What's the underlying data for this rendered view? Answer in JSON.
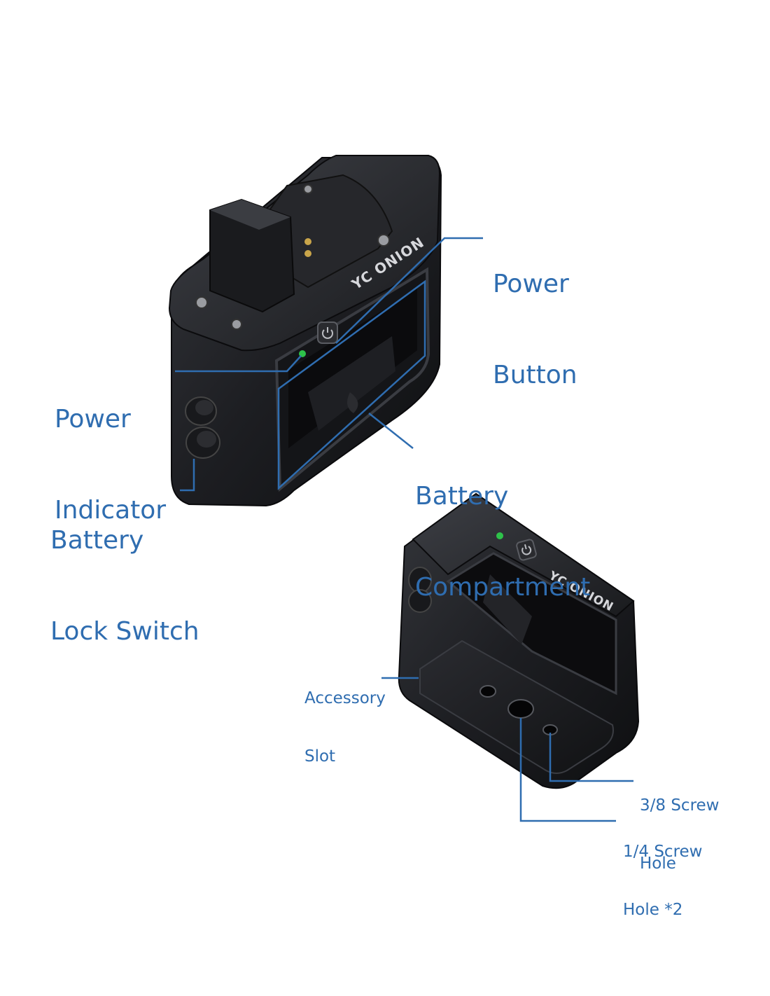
{
  "colors": {
    "accent": "#2f6db0",
    "device": "#1b1c1f",
    "device_edge": "#3a3c42",
    "led": "#2ec24a"
  },
  "labels": {
    "power_button": [
      "Power",
      "Button"
    ],
    "power_indicator": [
      "Power",
      "Indicator"
    ],
    "battery_compartment": [
      "Battery",
      "Compartment"
    ],
    "battery_lock_switch": [
      "Battery",
      "Lock Switch"
    ],
    "accessory_slot": [
      "Accessory",
      "Slot"
    ],
    "screw_3_8": [
      "3/8 Screw",
      "Hole"
    ],
    "screw_1_4": [
      "1/4 Screw",
      "Hole *2"
    ]
  },
  "brand": {
    "top_device": "YC ONION",
    "bottom_device": "YC ONION"
  },
  "icons": {
    "power_button_top": "power-icon",
    "power_button_bottom": "power-icon"
  }
}
